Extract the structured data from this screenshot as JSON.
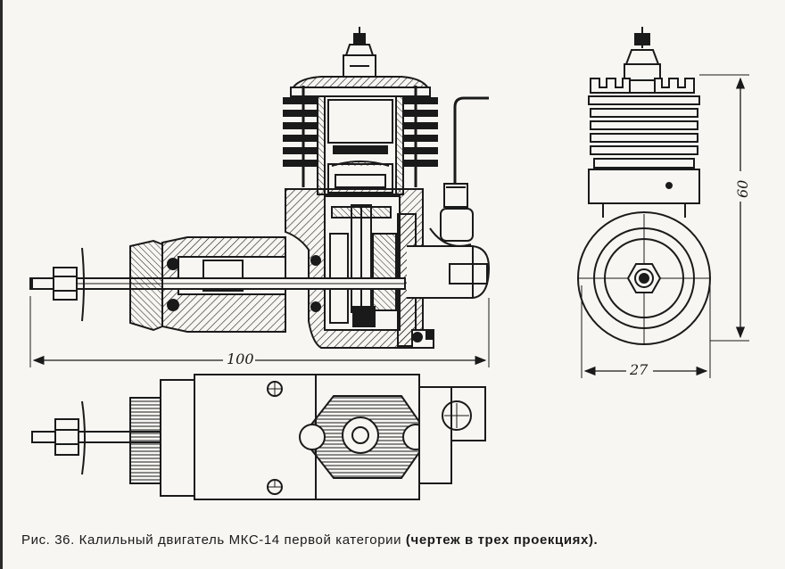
{
  "figure": {
    "dimensions": {
      "length": "100",
      "height": "60",
      "width": "27"
    },
    "caption": {
      "main": "Рис. 36. Калильный двигатель МКС-14 первой категории",
      "note": "(чертеж в трех проекциях)."
    }
  },
  "colors": {
    "ink": "#1a1a1a",
    "paper": "#f7f6f2"
  }
}
